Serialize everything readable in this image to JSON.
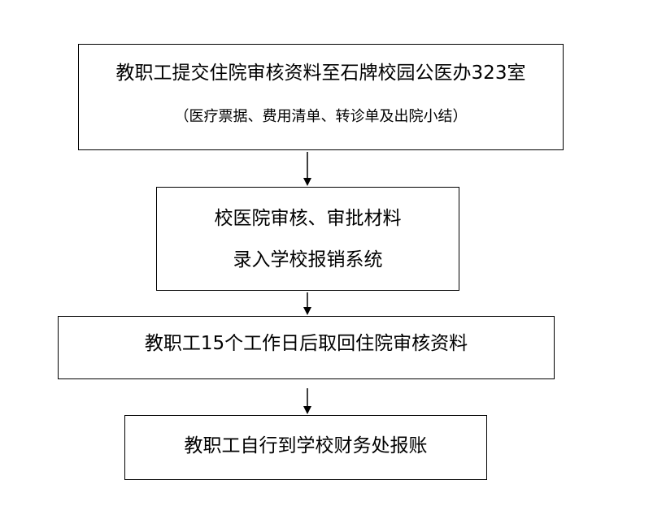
{
  "steps": [
    {
      "line1": "教职工提交住院审核资料至石牌校园公医办323室",
      "line2": "（医疗票据、费用清单、转诊单及出院小结）"
    },
    {
      "line1": "校医院审核、审批材料",
      "line2": "录入学校报销系统"
    },
    {
      "line1": "教职工15个工作日后取回住院审核资料"
    },
    {
      "line1": "教职工自行到学校财务处报账"
    }
  ],
  "colors": {
    "stroke": "#000000",
    "background": "#ffffff"
  }
}
